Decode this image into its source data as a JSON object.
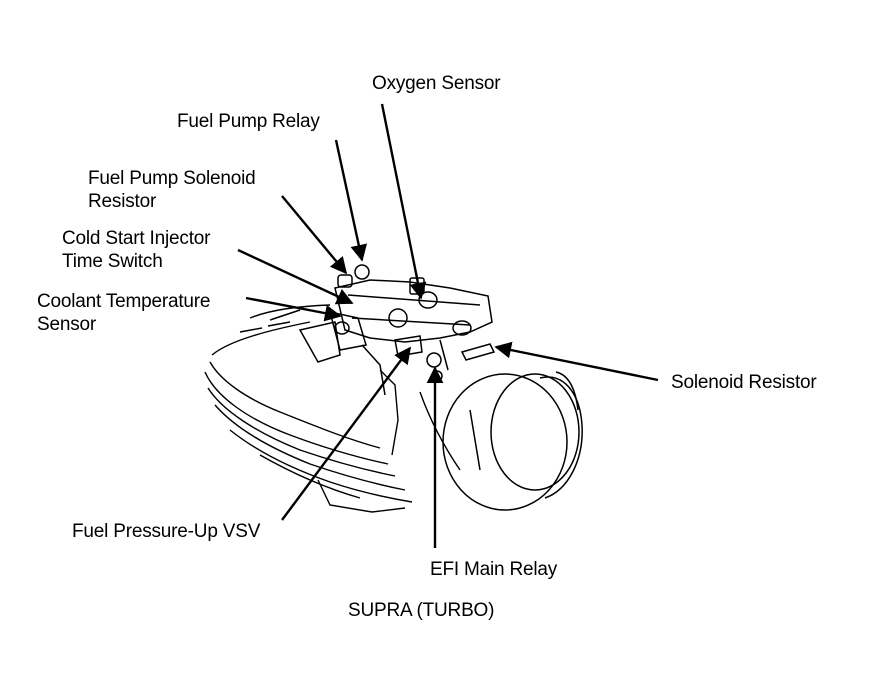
{
  "caption": "SUPRA (TURBO)",
  "colors": {
    "ink": "#000000",
    "paper": "#ffffff"
  },
  "labels": {
    "oxygen_sensor": "Oxygen Sensor",
    "fuel_pump_relay": "Fuel Pump Relay",
    "fuel_pump_solenoid_resistor": [
      "Fuel Pump Solenoid",
      "Resistor"
    ],
    "cold_start_injector_time_switch": [
      "Cold Start Injector",
      "Time Switch"
    ],
    "coolant_temperature_sensor": [
      "Coolant Temperature",
      "Sensor"
    ],
    "solenoid_resistor": "Solenoid Resistor",
    "fuel_pressure_up_vsv": "Fuel Pressure-Up VSV",
    "efi_main_relay": "EFI Main Relay"
  }
}
